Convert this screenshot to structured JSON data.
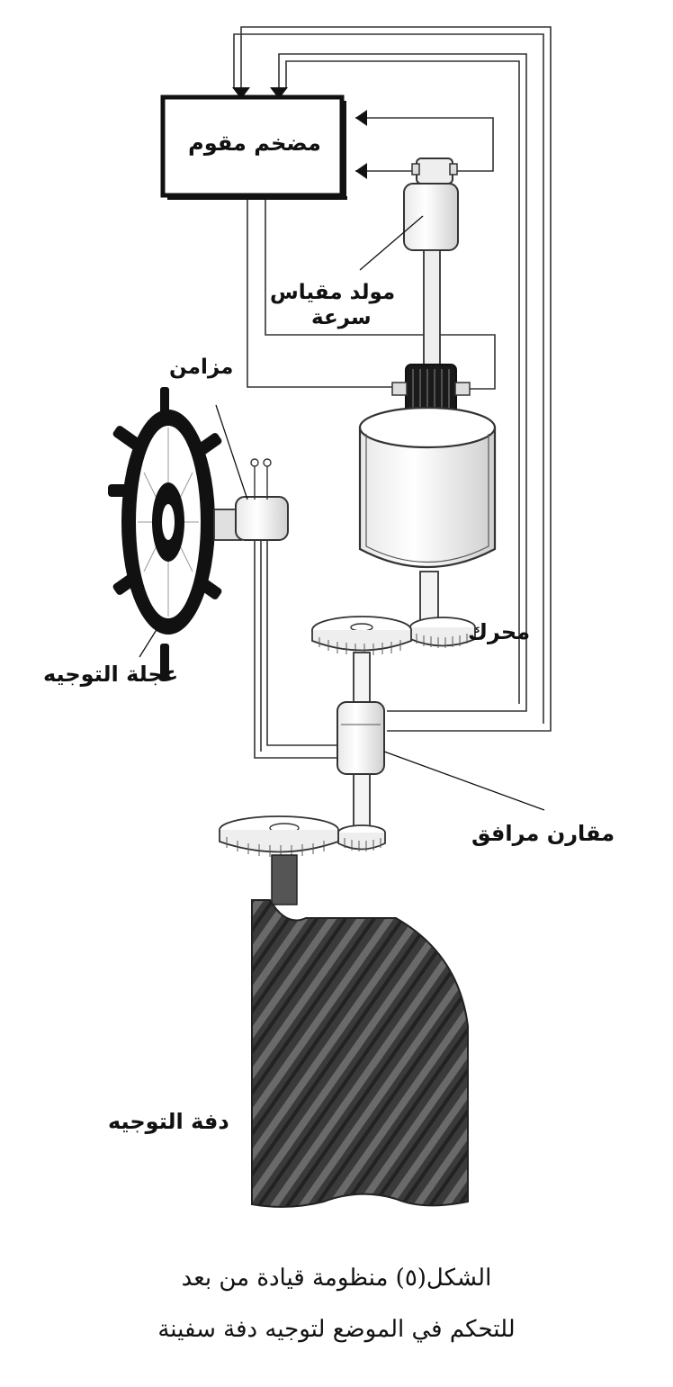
{
  "labels": {
    "amplifier": "مضخم مقوم",
    "tacho_line1": "مولد مقياس",
    "tacho_line2": "سرعة",
    "synchro": "مزامن",
    "motor": "محرك",
    "steering_wheel": "عجلة التوجيه",
    "coupler": "مقارن مرافق",
    "rudder": "دفة التوجيه"
  },
  "caption": {
    "line1": "الشكل(٥) منظومة قيادة من بعد",
    "line2": "للتحكم في الموضع لتوجيه دفة سفينة"
  }
}
